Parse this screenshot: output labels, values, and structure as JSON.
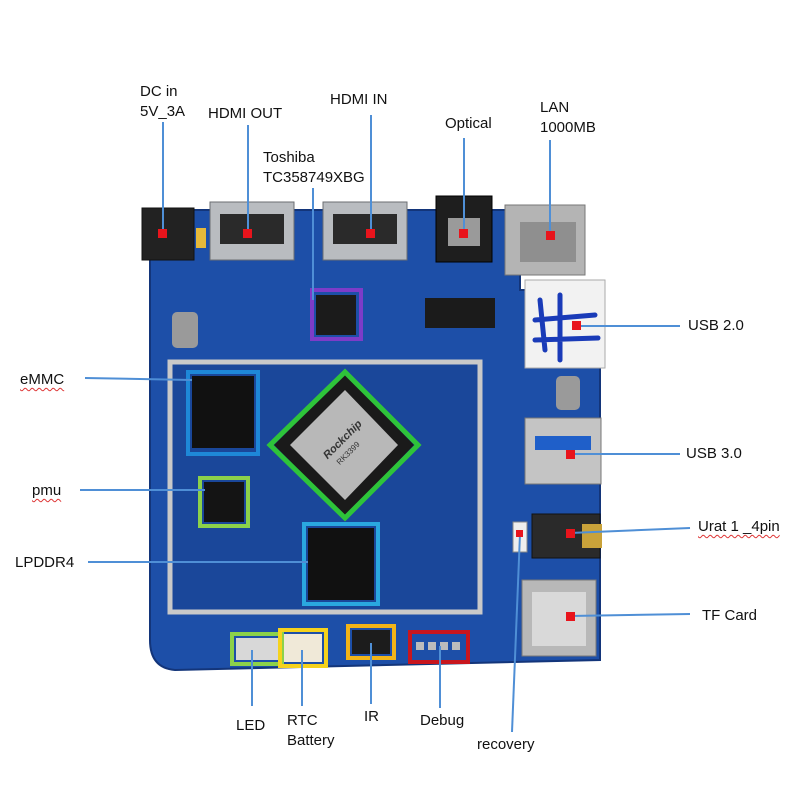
{
  "labels": {
    "dc_in_line1": "DC in",
    "dc_in_line2": "5V_3A",
    "hdmi_out": "HDMI  OUT",
    "hdmi_in": "HDMI IN",
    "toshiba_line1": "Toshiba",
    "toshiba_line2": "TC358749XBG",
    "optical": "Optical",
    "lan_line1": "LAN",
    "lan_line2": "1000MB",
    "usb2": "USB 2.0",
    "usb3": "USB 3.0",
    "uart": "Urat 1 _4pin",
    "tf_card": "TF Card",
    "emmc": "eMMC",
    "pmu": "pmu",
    "lpddr4": "LPDDR4",
    "led": "LED",
    "rtc_line1": "RTC",
    "rtc_line2": "Battery",
    "ir": "IR",
    "debug": "Debug",
    "recovery": "recovery"
  },
  "board": {
    "chip_brand": "Rockchip",
    "chip_model": "RK3399"
  },
  "colors": {
    "pcb": "#1d4fa8",
    "pcb_dark": "#163f8c",
    "leader": "#4f8fd6",
    "marker": "#e8141c",
    "highlight_purple": "#7d3cc8",
    "highlight_blue": "#1e88d8",
    "highlight_green": "#2ec43a",
    "highlight_lightgreen": "#8cd14a",
    "highlight_cyan": "#2aa8e0",
    "highlight_yellow": "#f5d21c",
    "highlight_orange": "#f2b418",
    "highlight_red": "#c8161e"
  }
}
